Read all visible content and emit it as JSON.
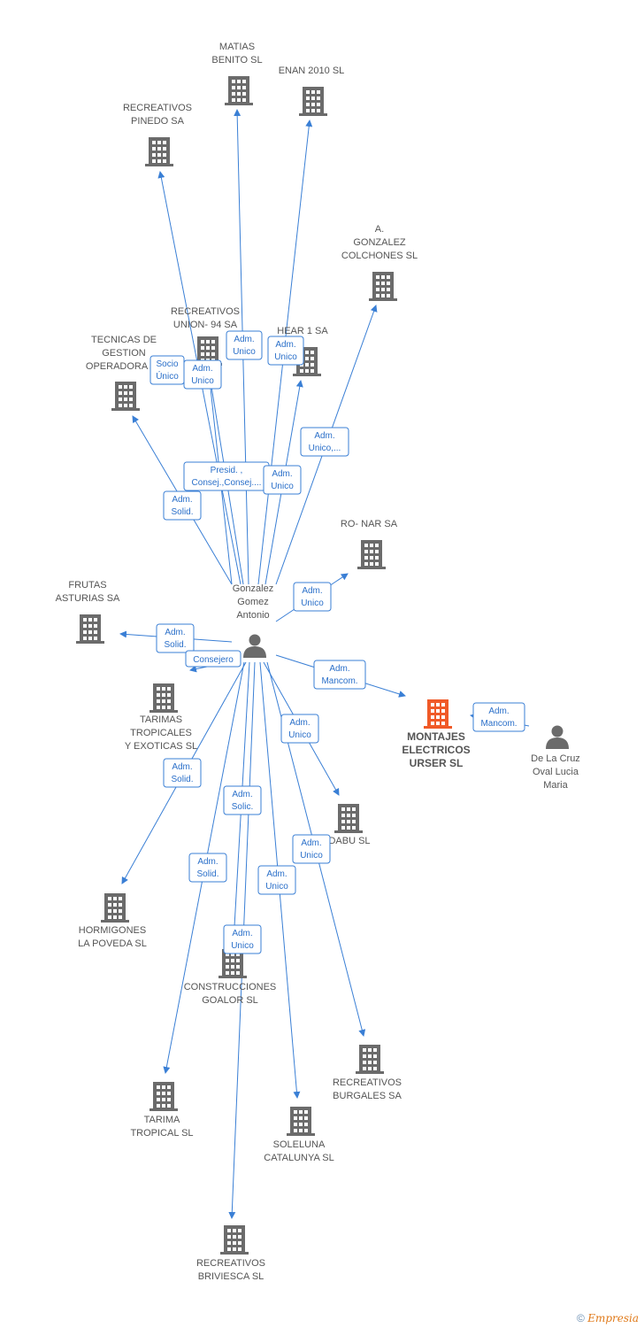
{
  "colors": {
    "edge": "#3a7fd5",
    "building": "#6b6b6b",
    "focus": "#f05a28",
    "person": "#6b6b6b"
  },
  "nodes": [
    {
      "id": "gonzalez",
      "type": "person",
      "label": [
        "Gonzalez",
        "Gomez",
        "Antonio"
      ],
      "icon": "person-icon"
    },
    {
      "id": "delacruz",
      "type": "person",
      "label": [
        "De La Cruz",
        "Oval Lucia",
        "Maria"
      ],
      "icon": "person-icon"
    },
    {
      "id": "montajes",
      "type": "company",
      "focus": true,
      "label": [
        "MONTAJES",
        "ELECTRICOS",
        "URSER SL"
      ],
      "icon": "building-icon"
    },
    {
      "id": "matias",
      "type": "company",
      "label": [
        "MATIAS",
        "BENITO SL"
      ],
      "icon": "building-icon"
    },
    {
      "id": "enan",
      "type": "company",
      "label": [
        "ENAN 2010 SL"
      ],
      "icon": "building-icon"
    },
    {
      "id": "pinedo",
      "type": "company",
      "label": [
        "RECREATIVOS",
        "PINEDO SA"
      ],
      "icon": "building-icon"
    },
    {
      "id": "colchones",
      "type": "company",
      "label": [
        "A.",
        "GONZALEZ",
        "COLCHONES SL"
      ],
      "icon": "building-icon"
    },
    {
      "id": "union94",
      "type": "company",
      "label": [
        "RECREATIVOS",
        "UNION- 94 SA"
      ],
      "icon": "building-icon"
    },
    {
      "id": "hear1",
      "type": "company",
      "label": [
        "HEAR 1 SA"
      ],
      "icon": "building-icon"
    },
    {
      "id": "tecnicas",
      "type": "company",
      "label": [
        "TECNICAS DE",
        "GESTION",
        "OPERADORA SL"
      ],
      "icon": "building-icon"
    },
    {
      "id": "ronar",
      "type": "company",
      "label": [
        "RO- NAR SA"
      ],
      "icon": "building-icon"
    },
    {
      "id": "frutas",
      "type": "company",
      "label": [
        "FRUTAS",
        "ASTURIAS SA"
      ],
      "icon": "building-icon"
    },
    {
      "id": "tarimas",
      "type": "company",
      "label": [
        "TARIMAS",
        "TROPICALES",
        "Y EXOTICAS SL"
      ],
      "icon": "building-icon"
    },
    {
      "id": "dabu",
      "type": "company",
      "label": [
        "DABU SL"
      ],
      "icon": "building-icon"
    },
    {
      "id": "hormigones",
      "type": "company",
      "label": [
        "HORMIGONES",
        "LA POVEDA SL"
      ],
      "icon": "building-icon"
    },
    {
      "id": "goalor",
      "type": "company",
      "label": [
        "CONSTRUCCIONES",
        "GOALOR SL"
      ],
      "icon": "building-icon"
    },
    {
      "id": "burgales",
      "type": "company",
      "label": [
        "RECREATIVOS",
        "BURGALES SA"
      ],
      "icon": "building-icon"
    },
    {
      "id": "tarima",
      "type": "company",
      "label": [
        "TARIMA",
        "TROPICAL SL"
      ],
      "icon": "building-icon"
    },
    {
      "id": "soleluna",
      "type": "company",
      "label": [
        "SOLELUNA",
        "CATALUNYA SL"
      ],
      "icon": "building-icon"
    },
    {
      "id": "briviesca",
      "type": "company",
      "label": [
        "RECREATIVOS",
        "BRIVIESCA SL"
      ],
      "icon": "building-icon"
    }
  ],
  "edges": [
    {
      "from": "gonzalez",
      "to": "matias",
      "label": [
        "Adm.",
        "Unico"
      ]
    },
    {
      "from": "gonzalez",
      "to": "enan",
      "label": [
        "Adm.",
        "Unico"
      ]
    },
    {
      "from": "gonzalez",
      "to": "pinedo",
      "label": [
        "Presid. ,",
        "Consej.,Consej...."
      ]
    },
    {
      "from": "gonzalez",
      "to": "colchones",
      "label": [
        "Adm.",
        "Unico,..."
      ]
    },
    {
      "from": "gonzalez",
      "to": "union94",
      "label": [
        "Adm.",
        "Unico"
      ]
    },
    {
      "from": "gonzalez",
      "to": "hear1",
      "label": [
        "Adm.",
        "Unico"
      ]
    },
    {
      "from": "gonzalez",
      "to": "tecnicas",
      "label": [
        "Adm.",
        "Solid."
      ]
    },
    {
      "from": "gonzalez",
      "to": "union94",
      "label": [
        "Socio",
        "Único"
      ],
      "secondary": true
    },
    {
      "from": "gonzalez",
      "to": "ronar",
      "label": [
        "Adm.",
        "Unico"
      ]
    },
    {
      "from": "gonzalez",
      "to": "frutas",
      "label": [
        "Adm.",
        "Solid."
      ]
    },
    {
      "from": "gonzalez",
      "to": "tarimas",
      "label": [
        "Consejero"
      ]
    },
    {
      "from": "gonzalez",
      "to": "montajes",
      "label": [
        "Adm.",
        "Mancom."
      ]
    },
    {
      "from": "delacruz",
      "to": "montajes",
      "label": [
        "Adm.",
        "Mancom."
      ]
    },
    {
      "from": "gonzalez",
      "to": "dabu",
      "label": [
        "Adm.",
        "Unico"
      ]
    },
    {
      "from": "gonzalez",
      "to": "hormigones",
      "label": [
        "Adm.",
        "Solid."
      ]
    },
    {
      "from": "gonzalez",
      "to": "goalor",
      "label": [
        "Adm.",
        "Solic."
      ]
    },
    {
      "from": "gonzalez",
      "to": "burgales",
      "label": [
        "Adm.",
        "Unico"
      ]
    },
    {
      "from": "gonzalez",
      "to": "tarima",
      "label": [
        "Adm.",
        "Solid."
      ]
    },
    {
      "from": "gonzalez",
      "to": "soleluna",
      "label": [
        "Adm.",
        "Unico"
      ]
    },
    {
      "from": "gonzalez",
      "to": "briviesca",
      "label": [
        "Adm.",
        "Unico"
      ]
    }
  ],
  "footer": {
    "copyright": "©",
    "brand": "Empresia"
  }
}
